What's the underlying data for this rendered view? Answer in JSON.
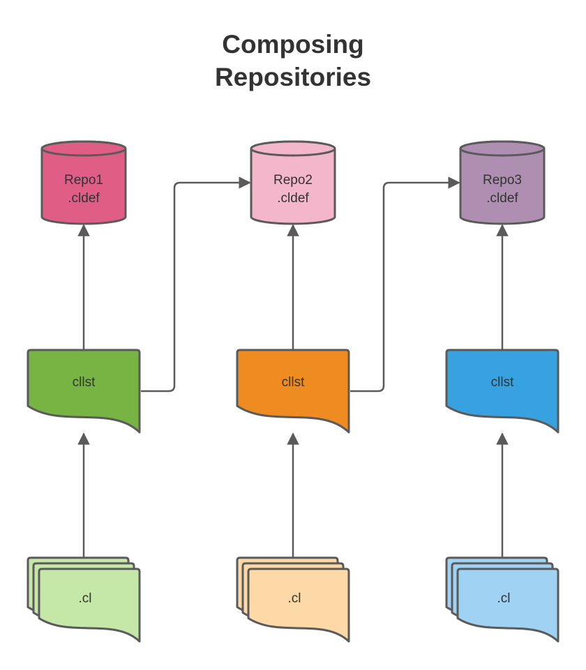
{
  "title_lines": [
    "Composing",
    "Repositories"
  ],
  "columns": [
    {
      "repo": {
        "line1": "Repo1",
        "line2": ".cldef",
        "color": "#e05d85"
      },
      "list": {
        "label": "cllst",
        "color": "#77b443"
      },
      "files": {
        "label": ".cl",
        "color": "#c5e8a9"
      }
    },
    {
      "repo": {
        "line1": "Repo2",
        "line2": ".cldef",
        "color": "#f4b6ca"
      },
      "list": {
        "label": "cllst",
        "color": "#ee8c22"
      },
      "files": {
        "label": ".cl",
        "color": "#fcd9a6"
      }
    },
    {
      "repo": {
        "line1": "Repo3",
        "line2": ".cldef",
        "color": "#ae8fb2"
      },
      "list": {
        "label": "cllst",
        "color": "#37a2df"
      },
      "files": {
        "label": ".cl",
        "color": "#9fd2f3"
      }
    }
  ],
  "edges": [
    {
      "from": "files-1",
      "to": "list-1"
    },
    {
      "from": "list-1",
      "to": "repo-1"
    },
    {
      "from": "files-2",
      "to": "list-2"
    },
    {
      "from": "list-2",
      "to": "repo-2"
    },
    {
      "from": "files-3",
      "to": "list-3"
    },
    {
      "from": "list-3",
      "to": "repo-3"
    },
    {
      "from": "list-1",
      "to": "repo-2"
    },
    {
      "from": "list-2",
      "to": "repo-3"
    }
  ]
}
